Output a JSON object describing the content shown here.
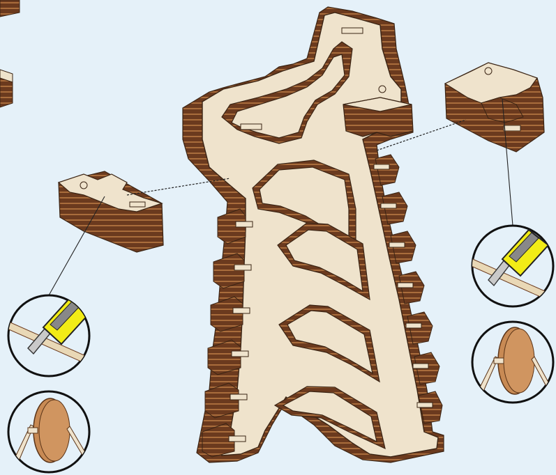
{
  "scene": {
    "background": "#e5f1f9",
    "wood_face": "#efe3cc",
    "wood_edge": "#6b3a1e",
    "wood_edge_light": "#a96d3c",
    "outline": "#3a2414",
    "tool_blade": "#c9c9c9",
    "tool_handle": "#f2ec16",
    "disc": "#c88a54"
  },
  "parts": [
    {
      "name": "tower-frame",
      "icon": "assembly-tower"
    },
    {
      "name": "left-connector",
      "icon": "wood-block"
    },
    {
      "name": "right-connector",
      "icon": "wood-block"
    }
  ],
  "callouts": [
    {
      "name": "cutter-detail-left",
      "icon": "utility-knife-icon"
    },
    {
      "name": "sanding-disc-detail-left",
      "icon": "sanding-disc-icon"
    },
    {
      "name": "cutter-detail-right",
      "icon": "utility-knife-icon"
    },
    {
      "name": "sanding-disc-detail-right",
      "icon": "sanding-disc-icon"
    }
  ]
}
